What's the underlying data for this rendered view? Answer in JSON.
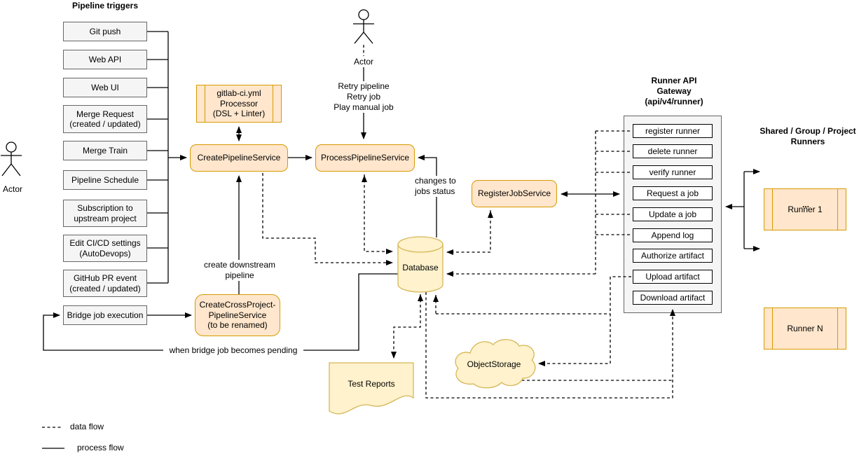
{
  "triggers": {
    "title": "Pipeline triggers",
    "items": [
      "Git push",
      "Web API",
      "Web UI",
      "Merge Request\n(created / updated)",
      "Merge Train",
      "Pipeline Schedule",
      "Subscription to\nupstream project",
      "Edit CI/CD settings\n(AutoDevops)",
      "GitHub PR event\n(created / updated)"
    ],
    "bridge_job": "Bridge job execution"
  },
  "actors": {
    "left_label": "Actor",
    "top_label": "Actor",
    "top_actions": "Retry pipeline\nRetry job\nPlay manual job"
  },
  "services": {
    "processor": "gitlab-ci.yml\nProcessor\n(DSL + Linter)",
    "create_pipeline": "CreatePipelineService",
    "process_pipeline": "ProcessPipelineService",
    "create_cross_project": "CreateCrossProject-\nPipelineService\n(to be renamed)",
    "register_job": "RegisterJobService"
  },
  "annotations": {
    "create_downstream": "create downstream\npipeline",
    "when_bridge": "when bridge job becomes pending",
    "changes_to_jobs_status": "changes to\njobs status"
  },
  "database": {
    "label": "Database"
  },
  "storage": {
    "test_reports": "Test Reports",
    "object_storage": "ObjectStorage"
  },
  "gateway": {
    "title": "Runner API\nGateway\n(api/v4/runner)",
    "endpoints": [
      "register runner",
      "delete runner",
      "verify runner",
      "Request a job",
      "Update a job",
      "Append log",
      "Authorize artifact",
      "Upload artifact",
      "Download artifact"
    ]
  },
  "runners": {
    "title": "Shared / Group / Project\nRunners",
    "runner1": "Runner 1",
    "ellipsis": "...",
    "runnerN": "Runner N"
  },
  "legend": {
    "data_flow": "data flow",
    "process_flow": "process flow"
  },
  "colors": {
    "service_fill": "#ffe6cc",
    "service_stroke": "#d79b00",
    "storage_fill": "#fff2cc",
    "storage_stroke": "#d6b656",
    "trigger_fill": "#f5f5f5",
    "trigger_stroke": "#666666"
  }
}
